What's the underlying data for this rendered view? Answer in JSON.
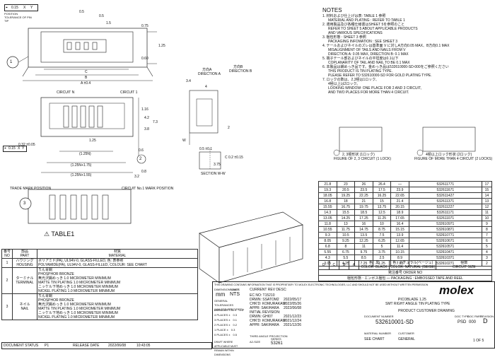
{
  "top_tol": {
    "sym": "⌖",
    "val": "0.15",
    "refs": [
      "X",
      "Y"
    ]
  },
  "pos_tol_label": "POSITION TOLERANCE OF PIN TIP",
  "dims_top": [
    "C",
    "B",
    "A ±0.4"
  ],
  "dims_side": [
    "1.5",
    "0.5",
    "0.5",
    "1.25",
    "0.75",
    "0.60"
  ],
  "view_labels": {
    "dir_a_jp": "方向A",
    "dir_a": "DIRECTION A",
    "dir_b_jp": "方向B",
    "dir_b": "DIRECTION B"
  },
  "dims_right_view": [
    "3.4",
    "4",
    "0.5 ±0.1",
    "C 0.2 ±0.15",
    "W",
    "3.75",
    "2"
  ],
  "section_label": "SECTION W-W",
  "circuit_labels": [
    "CIRCUIT N",
    "CIRCUIT 1"
  ],
  "dims_mid": [
    "(1.25N)",
    "(1.25N+1.75)",
    "(1.25N+1.55)",
    "1.25",
    "0.32 ±0.05",
    "7.3",
    "4.2",
    "3.8",
    "0.6",
    "3.2",
    "0.8",
    "1.16"
  ],
  "mid_tol": {
    "val": "0.15",
    "refs": [
      "X",
      "Y"
    ]
  },
  "notes_title": "NOTES",
  "notes": [
    "1. 材料および仕上げは表: TABLE 1 参照",
    "MATERIAL AND PLATING : REFER TO TABLE 1",
    "2. 適用製品及び各種仕様書はSHEET 5を参照のこと",
    "REFER TO SHEET 5 ABOUT APPLICABLE PRODUCTS",
    "AND VARIOUS SPECIFICATIONS",
    "3. 梱包形態 : SHEET 3 参照",
    "PACKAGING INFOMATION : SEE SHEET 3",
    "4. テールおよびネイルのズレは基準面 V に対しA方向0.05 MAX、B方向0.1 MAX",
    "MISALIGNMENT OF TAILS AND NAILS FROM V",
    "DIRECTION A: 0.05 MAX, DIRECTION B: 0.1 MAX",
    "5. 端子テール部およびネイルの平坦度は0.1以下",
    "COPLANARITY OF TAIL AND NAIL TO BE 0.1 MAX",
    "6. 本製品は錫めっき品です。金めっき品は532610000-SD-000をご参照ください",
    "THIS PRODUCT IS TIN PLATING TYPE.",
    "PLEASE REFER TO 532610000-SD FOR GOLD PLATING TYPE.",
    "7. ロックの数は、2,3極は1ロック、",
    "4極以上は2ロック。",
    "LOOKING WINDOW: ONE PLACE FOR 2 AND 3 CIRCUIT,",
    "AND TWO PLACES FOR MORE THAN 4 CIRCUIT."
  ],
  "lock_figs": [
    {
      "jp": "2, 3極形状 (1ロック)",
      "en": "FIGURE OF 2, 3 CIRCUIT (1 LOCK)"
    },
    {
      "jp": "4極以上ロック形状 (2ロック)",
      "en": "FIGURE OF MORE THAN 4 CIRCUIT (2 LOCKS)"
    }
  ],
  "mark_labels": {
    "trade": "TRADE MARK POSITION",
    "circuit1": "CIRCUIT No.1 MARK POSITION"
  },
  "table1_label": "TABLE1",
  "callouts": [
    "1",
    "2",
    "3"
  ],
  "dim_table": {
    "rows": [
      [
        "21.8",
        "23",
        "26",
        "26.4",
        "—",
        "532611771",
        "17"
      ],
      [
        "19.3",
        "20.5",
        "23.5",
        "17.5",
        "23.9",
        "532611671",
        "15"
      ],
      [
        "18.05",
        "19.25",
        "22.25",
        "16.25",
        "22.65",
        "532611427",
        "14"
      ],
      [
        "16.8",
        "18",
        "21",
        "15",
        "21.4",
        "532611371",
        "13"
      ],
      [
        "15.55",
        "16.75",
        "19.75",
        "13.75",
        "20.15",
        "532611227",
        "12"
      ],
      [
        "14.3",
        "15.5",
        "18.5",
        "12.5",
        "18.9",
        "532611171",
        "11"
      ],
      [
        "13.05",
        "14.25",
        "17.25",
        "11.25",
        "17.65",
        "532611071",
        "10"
      ],
      [
        "11.8",
        "13",
        "16",
        "10",
        "16.4",
        "532610971",
        "9"
      ],
      [
        "10.55",
        "11.75",
        "14.75",
        "8.75",
        "15.15",
        "532610871",
        "8"
      ],
      [
        "9.3",
        "10.5",
        "13.5",
        "7.5",
        "13.9",
        "532610771",
        "7"
      ],
      [
        "8.05",
        "9.25",
        "12.25",
        "6.25",
        "12.65",
        "532610671",
        "6"
      ],
      [
        "6.8",
        "8",
        "11",
        "5",
        "11.4",
        "532610571",
        "5"
      ],
      [
        "5.55",
        "6.75",
        "9.75",
        "3.75",
        "10.15",
        "532610471",
        "4"
      ],
      [
        "4.3",
        "5.5",
        "8.5",
        "2.5",
        "8.9",
        "532610371",
        "3"
      ],
      [
        "3.05",
        "4.25",
        "7.25",
        "1.25",
        "7.65",
        "532610271",
        "2"
      ]
    ],
    "head_letters": [
      "D",
      "C",
      "B",
      "A"
    ],
    "color_jp": "色 : 黒",
    "color_en": "COLOR: BLACK",
    "color2_jp": "色 : ナチュラル(ベージュ)",
    "color2_en": "COLOR: NATURAL (BEIGE)",
    "order_jp": "発注番号",
    "order_en": "ORDER NO",
    "circuit_jp": "極数",
    "circuit_en": "CIRCUIT SIZE",
    "packaging": "梱包形態 : エンボス梱包",
    "packaging_en": "PACKAGING : EMBOSSED TAPE AND REEL"
  },
  "material_table": {
    "headers": [
      [
        "番号",
        "NO"
      ],
      [
        "部品",
        "PART"
      ],
      [
        "材質",
        "MATERIAL"
      ]
    ],
    "rows": [
      {
        "no": "1",
        "part_jp": "ハウジング",
        "part_en": "HOUSING",
        "mat": [
          "ポリアミド(PA), UL94V-0, GLASS-FILLED, 色: 表参照",
          "POLYAMIDE(PA), UL94V-0, GLASS-FILLED, COLOUR: SEE CHART"
        ]
      },
      {
        "no": "2",
        "part_jp": "ターミナル",
        "part_en": "TERMINAL",
        "mat": [
          "りん青銅",
          "PHOSPHOR BRONZE",
          "無光沢錫めっき 1.0 MICROMETER MINIMUM",
          "MATTE TIN PLATING 1.0 MICROMETER MINIMUM",
          "ニッケル下地めっき 1.0 MICROMETER MINIMUM",
          "NICKEL PLATING 1.0 MICROMETER MINIMUM"
        ]
      },
      {
        "no": "3",
        "part_jp": "ネイル",
        "part_en": "NAIL",
        "mat": [
          "りん青銅",
          "PHOSPHOR BRONZE",
          "無光沢錫めっき 1.0 MICROMETER MINIMUM",
          "MATTE TIN PLATING 1.0 MICROMETER MINIMUM",
          "ニッケル下地めっき 1.0 MICROMETER MINIMUM",
          "NICKEL PLATING 1.0 MICROMETER MINIMUM"
        ]
      }
    ]
  },
  "title_block": {
    "disclaimer": "THIS DRAWING CONTAINS INFORMATION THAT IS PROPRIETARY TO MOLEX ELECTRONIC TECHNOLOGIES, LLC AND SHOULD NOT BE USED WITHOUT WRITTEN PERMISSION",
    "dim_units_label": "DIMENSION UNITS",
    "dim_units": "mm",
    "scale_label": "SCALE",
    "scale": "NTS",
    "gen_tol": "GENERAL TOLERANCES (UNLESS SPECIFIED)",
    "tol_rows": [
      [
        "ANGULAR TOL ±",
        "1.0°"
      ],
      [
        "4 PLACES ±",
        "0.3"
      ],
      [
        "3 PLACES ±",
        "0.1"
      ],
      [
        "2 PLACES ±",
        "0.2"
      ],
      [
        "1 PLACE ±",
        "0.3"
      ],
      [
        "0 PLACES ±",
        "0.5"
      ]
    ],
    "drafting": "DRAFT WHERE APPLICABLE MUST REMAIN WITHIN DIMENSIONS",
    "cur_rev": "CURRENT REV DESC:",
    "ec_no": "EC NO:   T15210",
    "drwn": "DRWN:   SSATOM2",
    "drwn_date": "2022/05/17",
    "chkd": "CHK'D:  KOMURAKAM",
    "chkd_date": "2022/05/26",
    "appr": "APPR:   SAKIHARA",
    "appr_date": "2022/06/08",
    "initial_rev": "INITIAL REVISION:",
    "i_drwn": "DRWN:   GHI07",
    "i_drwn_date": "2021/12/23",
    "i_chkd": "CHK'D:  KOMURAKAM",
    "i_chkd_date": "2021/12/24",
    "i_appr": "APPR:   SAKIHARA",
    "i_appr_date": "2021/12/26",
    "product": "PICOBLADE 1.25",
    "product2": "SMT RIGHT ANGLE TIN PLATING TYPE",
    "product_title": "PRODUCT CUSTOMER DRAWING",
    "doc_no_label": "DOCUMENT NUMBER",
    "doc_no": "532610001-SD",
    "doc_type_label": "DOC TYPE",
    "doc_type": "PSD",
    "doc_part_label": "DOC PART",
    "doc_part": "000",
    "rev_label": "REVISION",
    "rev": "D",
    "format": "A2-SIZE",
    "series_label": "SERIES",
    "series": "53261",
    "mat_no_label": "MATERIAL NUMBER",
    "mat_no": "SEE CHART",
    "cust_label": "CUSTOMER",
    "cust": "GENERAL",
    "sheet": "1 OF 5",
    "third_angle": "THIRD ANGLE PROJECTION",
    "status_label": "DOCUMENT STATUS",
    "status": "P1",
    "release_label": "RELEASE DATE",
    "release_date": "2022/06/08",
    "release_time": "10:43:05",
    "logo": "molex"
  }
}
